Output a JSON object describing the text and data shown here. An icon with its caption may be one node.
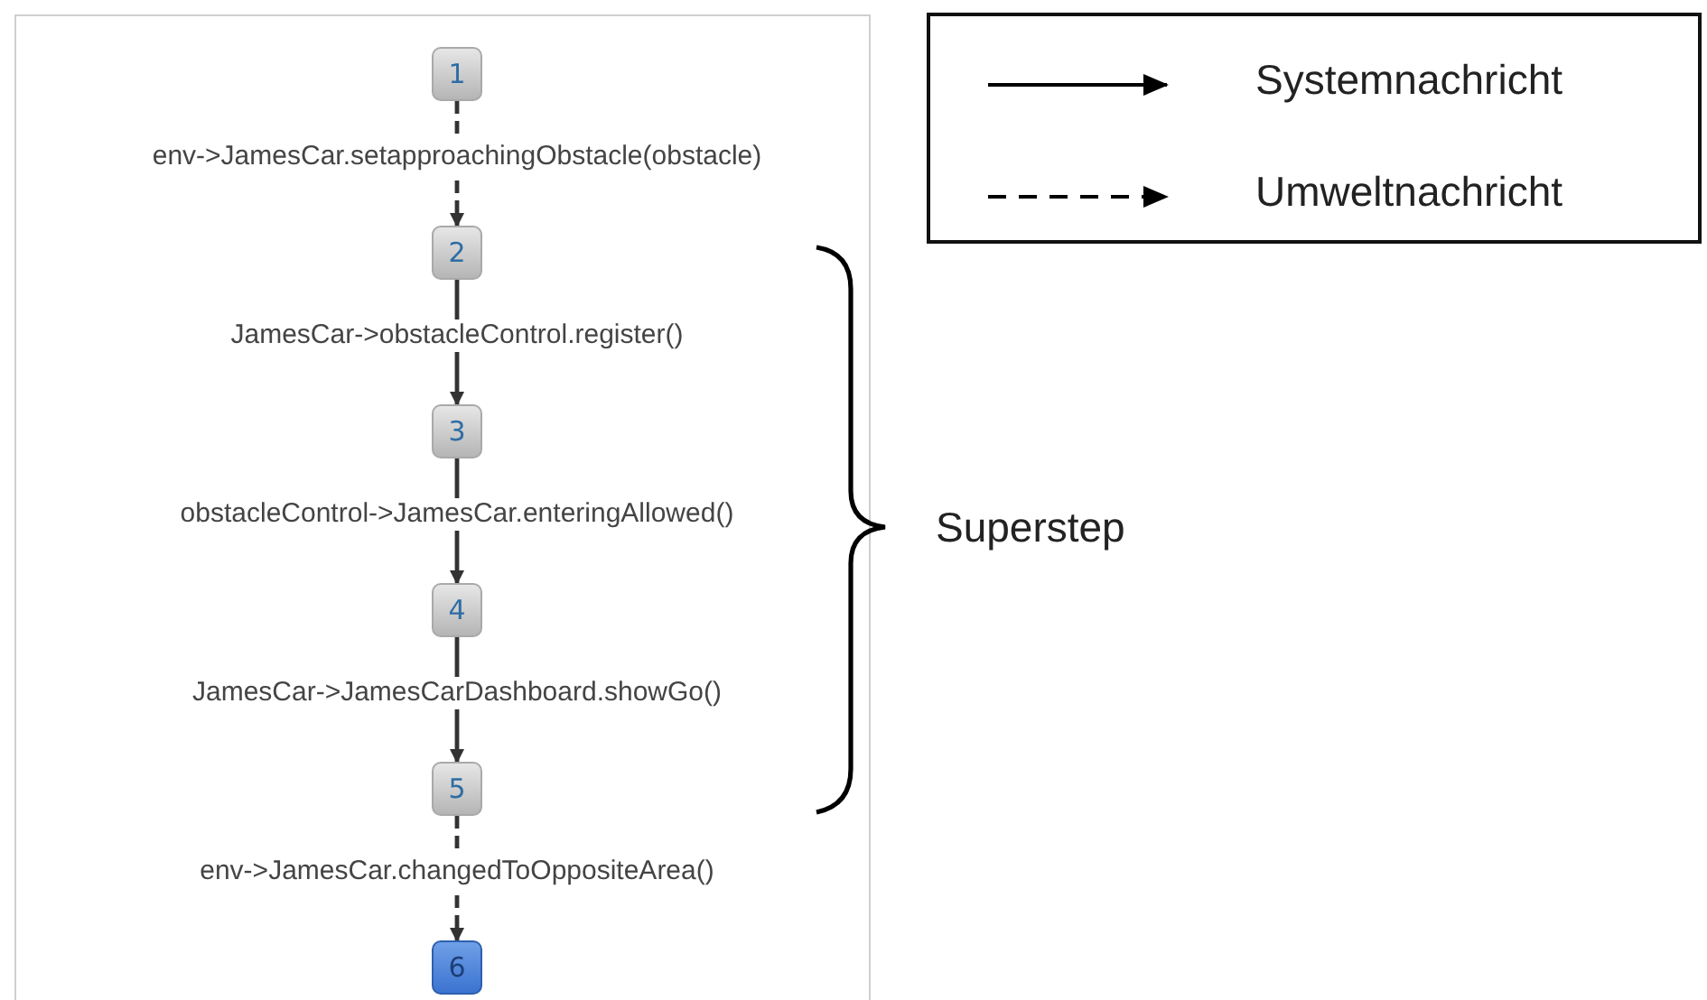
{
  "diagram": {
    "nodes": [
      {
        "text": [
          "1"
        ]
      },
      {
        "text": [
          "2"
        ]
      },
      {
        "text": [
          "3"
        ]
      },
      {
        "text": [
          "4"
        ]
      },
      {
        "text": [
          "5"
        ]
      },
      {
        "text": [
          "6"
        ]
      }
    ],
    "edges": [
      {
        "from": 0,
        "to": 1,
        "arrow": "to",
        "label": "env->JamesCar.setapproachingObstacle(obstacle)",
        "style": "dashed"
      },
      {
        "from": 1,
        "to": 2,
        "arrow": "to",
        "label": "JamesCar->obstacleControl.register()"
      },
      {
        "from": 2,
        "to": 3,
        "arrow": "to",
        "label": "obstacleControl->JamesCar.enteringAllowed()"
      },
      {
        "from": 3,
        "to": 4,
        "arrow": "to",
        "label": "JamesCar->JamesCarDashboard.showGo()"
      },
      {
        "from": 4,
        "to": 5,
        "arrow": "to",
        "label": "env->JamesCar.changedToOppositeArea()",
        "style": "dashed"
      }
    ],
    "labels": [
      "Superstep"
    ],
    "legend": [
      {
        "text": "Systemnachricht"
      },
      {
        "text": "Umweltnachricht"
      }
    ]
  }
}
